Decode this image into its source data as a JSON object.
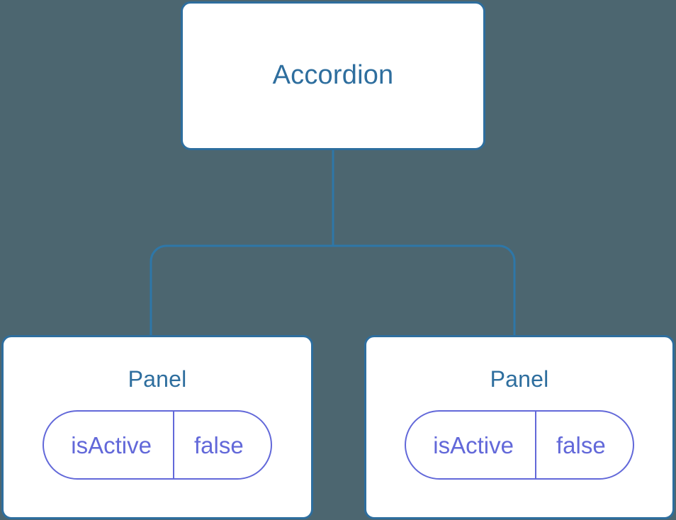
{
  "diagram": {
    "type": "component-tree",
    "background_color": "#4c6670",
    "node_border_color": "#2e6e9e",
    "node_fill_color": "#ffffff",
    "node_text_color": "#2e6e9e",
    "prop_color": "#6268d9",
    "connector_color": "#2e77a8",
    "root": {
      "label": "Accordion"
    },
    "children": [
      {
        "label": "Panel",
        "props": [
          {
            "key": "isActive",
            "value": "false"
          }
        ]
      },
      {
        "label": "Panel",
        "props": [
          {
            "key": "isActive",
            "value": "false"
          }
        ]
      }
    ]
  }
}
